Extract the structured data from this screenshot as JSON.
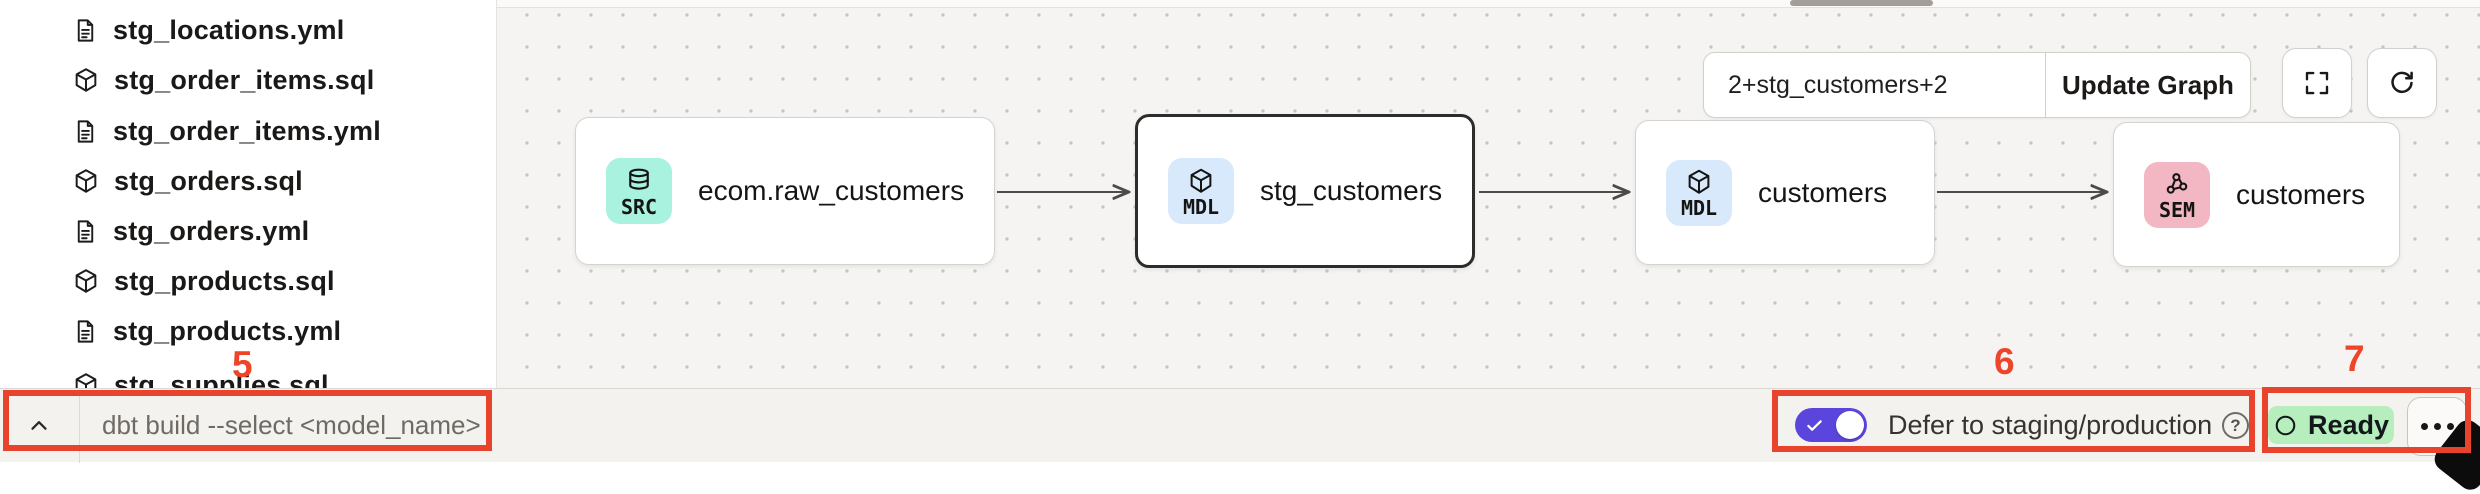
{
  "sidebar": {
    "files": [
      {
        "name": "stg_locations.yml",
        "icon": "yaml-file"
      },
      {
        "name": "stg_order_items.sql",
        "icon": "model-cube"
      },
      {
        "name": "stg_order_items.yml",
        "icon": "yaml-file"
      },
      {
        "name": "stg_orders.sql",
        "icon": "model-cube"
      },
      {
        "name": "stg_orders.yml",
        "icon": "yaml-file"
      },
      {
        "name": "stg_products.sql",
        "icon": "model-cube"
      },
      {
        "name": "stg_products.yml",
        "icon": "yaml-file"
      },
      {
        "name": "stg_supplies.sql",
        "icon": "model-cube"
      }
    ]
  },
  "lineage": {
    "selector": {
      "value": "2+stg_customers+2",
      "update_button": "Update Graph"
    },
    "nodes": [
      {
        "badge": "SRC",
        "title": "ecom.raw_customers",
        "type": "source",
        "selected": false
      },
      {
        "badge": "MDL",
        "title": "stg_customers",
        "type": "model",
        "selected": true
      },
      {
        "badge": "MDL",
        "title": "customers",
        "type": "model",
        "selected": false
      },
      {
        "badge": "SEM",
        "title": "customers",
        "type": "semantic-model",
        "selected": false
      }
    ],
    "edges": [
      [
        "ecom.raw_customers",
        "stg_customers"
      ],
      [
        "stg_customers",
        "customers (MDL)"
      ],
      [
        "customers (MDL)",
        "customers (SEM)"
      ]
    ]
  },
  "bottom_bar": {
    "command_placeholder": "dbt build --select <model_name>",
    "defer_toggle": {
      "label": "Defer to staging/production",
      "enabled": true
    },
    "status": {
      "label": "Ready"
    }
  },
  "annotations": {
    "step5": "5",
    "step6": "6",
    "step7": "7"
  },
  "colors": {
    "annotation_red": "#e8432c",
    "toggle_purple": "#5a46dd",
    "ready_green": "#b6efbd",
    "badge_source": "#a9f2e0",
    "badge_model": "#d8e9fb",
    "badge_semantic": "#f3b7c3",
    "canvas_bg": "#f5f4f2"
  }
}
